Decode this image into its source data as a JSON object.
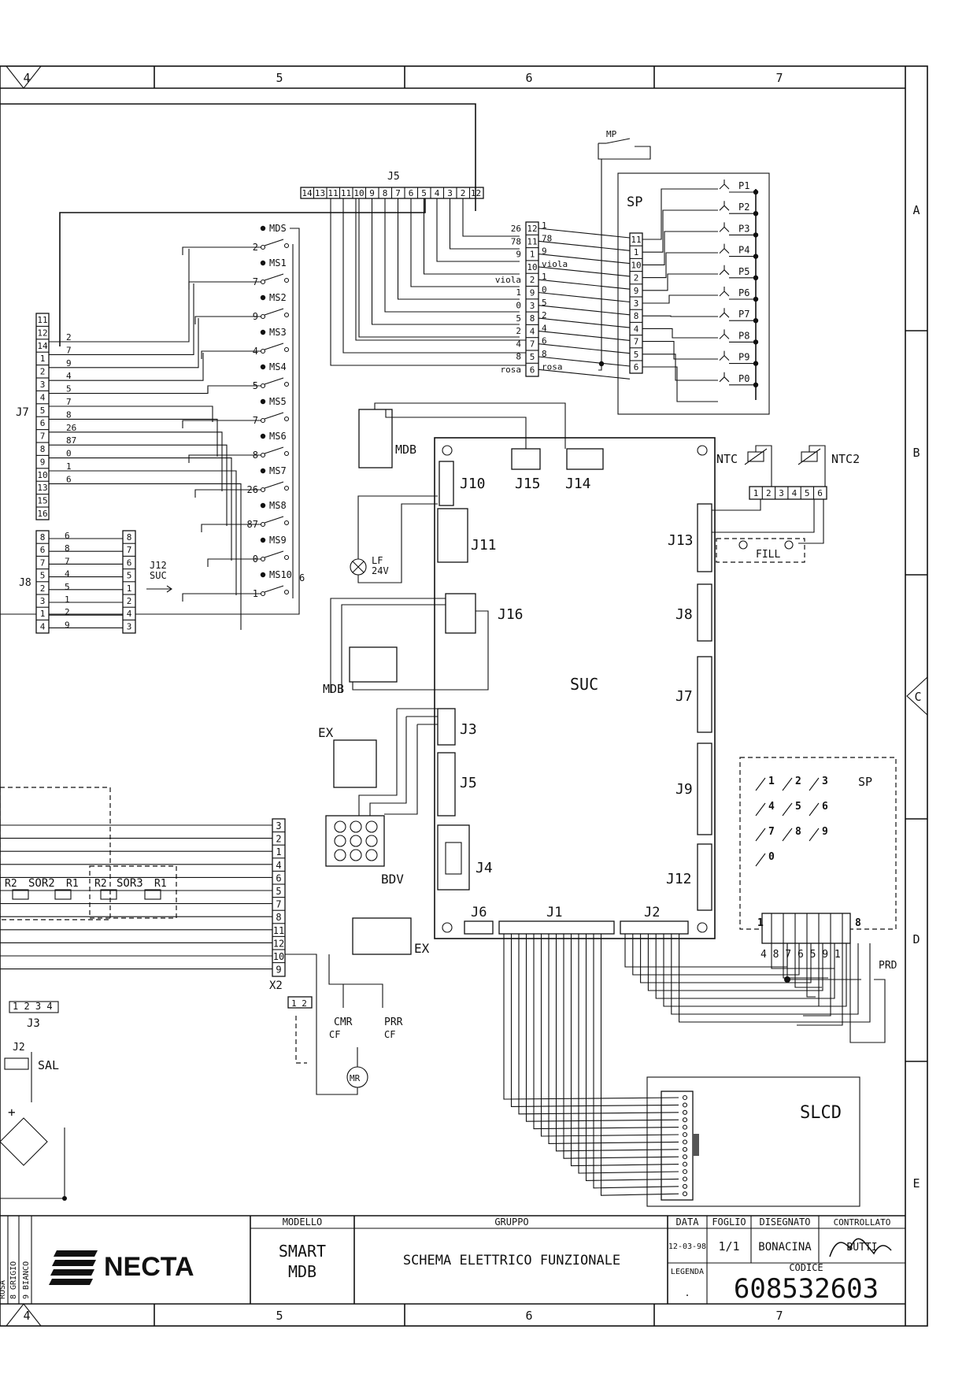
{
  "frame": {
    "columns": [
      "4",
      "5",
      "6",
      "7"
    ],
    "rows": [
      "A",
      "B",
      "C",
      "D",
      "E"
    ]
  },
  "components": {
    "J5": "J5",
    "J5_pins": [
      "14",
      "13",
      "11",
      "11",
      "10",
      "9",
      "8",
      "7",
      "6",
      "5",
      "4",
      "3",
      "2",
      "12"
    ],
    "MP": "MP",
    "SP_top": "SP",
    "P_buttons": [
      "P1",
      "P2",
      "P3",
      "P4",
      "P5",
      "P6",
      "P7",
      "P8",
      "P9",
      "P0"
    ],
    "mid_left_labels": [
      "26",
      "78",
      "9",
      "viola",
      "1",
      "0",
      "5",
      "2",
      "4",
      "8",
      "rosa"
    ],
    "mid_pins_a": [
      "12",
      "11",
      "1",
      "10",
      "2",
      "9",
      "3",
      "8",
      "4",
      "7",
      "5",
      "6"
    ],
    "mid_right_labels": [
      "1",
      "78",
      "9",
      "viola",
      "1",
      "0",
      "5",
      "2",
      "4",
      "6",
      "8",
      "rosa"
    ],
    "sp_right_pins": [
      "11",
      "1",
      "10",
      "2",
      "9",
      "3",
      "8",
      "4",
      "7",
      "5",
      "6"
    ],
    "MS": [
      "MDS",
      "MS1",
      "MS2",
      "MS3",
      "MS4",
      "MS5",
      "MS6",
      "MS7",
      "MS8",
      "MS9",
      "MS10"
    ],
    "MS_wires": [
      "2",
      "7",
      "9",
      "4",
      "5",
      "7",
      "8",
      "26",
      "87",
      "0",
      "1"
    ],
    "J7": "J7",
    "J7_pins": [
      "11",
      "12",
      "14",
      "1",
      "2",
      "3",
      "4",
      "5",
      "6",
      "7",
      "8",
      "9",
      "10",
      "13",
      "15",
      "16"
    ],
    "J7_wires": [
      "2",
      "7",
      "9",
      "4",
      "5",
      "7",
      "8",
      "26",
      "87",
      "0",
      "1",
      "6"
    ],
    "J8": "J8",
    "J8_pins_left": [
      "8",
      "6",
      "7",
      "5",
      "2",
      "3",
      "1",
      "4"
    ],
    "J8_wires": [
      "6",
      "8",
      "7",
      "4",
      "5",
      "1",
      "2",
      "9"
    ],
    "J8_pins_right": [
      "8",
      "7",
      "6",
      "5",
      "1",
      "2",
      "4",
      "3"
    ],
    "J12_SUC": "J12\nSUC",
    "MDB": "MDB",
    "J10": "J10",
    "J15": "J15",
    "J14": "J14",
    "J11": "J11",
    "LF": "LF\n24V",
    "J16": "J16",
    "SUC": "SUC",
    "J13": "J13",
    "J8b": "J8",
    "J7b": "J7",
    "J9": "J9",
    "J12": "J12",
    "J3": "J3",
    "J5b": "J5",
    "J4": "J4",
    "J6": "J6",
    "J1": "J1",
    "J2": "J2",
    "NTC": "NTC",
    "NTC2": "NTC2",
    "FILL": "FILL",
    "EX": "EX",
    "BDV": "BDV",
    "SP_keypad": "SP",
    "keys": [
      "1",
      "2",
      "3",
      "4",
      "5",
      "6",
      "7",
      "8",
      "9",
      "0"
    ],
    "PRD": "PRD",
    "SLCD": "SLCD",
    "CMR": "CMR",
    "PRR": "PRR",
    "CF": "CF",
    "MR": "MR",
    "X2": "X2",
    "X2_pins": [
      "3",
      "2",
      "1",
      "4",
      "6",
      "5",
      "7",
      "8",
      "11",
      "12",
      "10",
      "9"
    ],
    "SOR2": "SOR2",
    "SOR3": "SOR3",
    "R1": "R1",
    "R2": "R2",
    "SAL": "SAL",
    "J2_left": "J2",
    "J3_left": "J3"
  },
  "title_block": {
    "brand": "NECTA",
    "modello_label": "MODELLO",
    "modello_value": "SMART\nMDB",
    "gruppo_label": "GRUPPO",
    "gruppo_value": "SCHEMA ELETTRICO FUNZIONALE",
    "data_label": "DATA",
    "data_value": "12-03-98",
    "foglio_label": "FOGLIO",
    "foglio_value": "1/1",
    "disegnato_label": "DISEGNATO",
    "disegnato_value": "BONACINA",
    "controllato_label": "CONTROLLATO",
    "controllato_value": "BUTTI",
    "legenda_label": "LEGENDA",
    "legenda_value": ".",
    "codice_label": "CODICE",
    "codice_value": "608532603",
    "color_legend": [
      "ROSA",
      "8 GRIGIO",
      "9 BIANCO"
    ]
  }
}
